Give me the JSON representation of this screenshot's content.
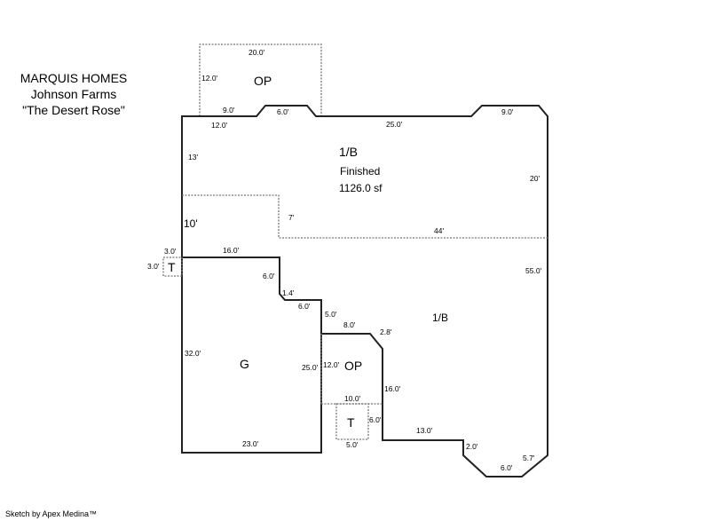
{
  "header": {
    "company": "MARQUIS HOMES",
    "subdivision": "Johnson Farms",
    "model": "\"The Desert Rose\""
  },
  "footer": {
    "credit": "Sketch by Apex Medina™"
  },
  "areas": {
    "main_label": "1/B",
    "main_status": "Finished",
    "main_area": "1126.0 sf",
    "lower_label": "1/B",
    "garage_label": "G",
    "top_porch_label": "OP",
    "inner_porch_label": "OP",
    "left_terrace_label": "T",
    "bottom_terrace_label": "T",
    "ten_ft_label": "10'"
  },
  "dimensions": {
    "top_porch_width": "20.0'",
    "top_porch_depth": "12.0'",
    "top_left_segment": "9.0'",
    "top_bump": "6.0'",
    "top_wall_left": "12.0'",
    "top_wall_mid": "25.0'",
    "top_right_bump": "9.0'",
    "left_upper": "13'",
    "right_upper": "20'",
    "step_height": "7'",
    "interior_width": "44'",
    "left_terrace_width": "3.0'",
    "left_terrace_depth": "3.0'",
    "garage_top": "16.0'",
    "garage_step1": "6.0'",
    "garage_diag": "1.4'",
    "garage_step2": "6.0'",
    "garage_step3": "5.0'",
    "garage_left": "32.0'",
    "garage_right": "25.0'",
    "garage_bottom": "23.0'",
    "right_side": "55.0'",
    "inner_porch_top": "8.0'",
    "inner_porch_diag": "2.8'",
    "inner_porch_depth": "12.0'",
    "inner_porch_right": "16.0'",
    "inner_porch_bottom": "10.0'",
    "bottom_terrace_depth": "6.0'",
    "bottom_terrace_width": "5.0'",
    "bottom_segment": "13.0'",
    "bottom_step": "2.0'",
    "bottom_base": "6.0'",
    "bottom_diag": "5.7'"
  }
}
